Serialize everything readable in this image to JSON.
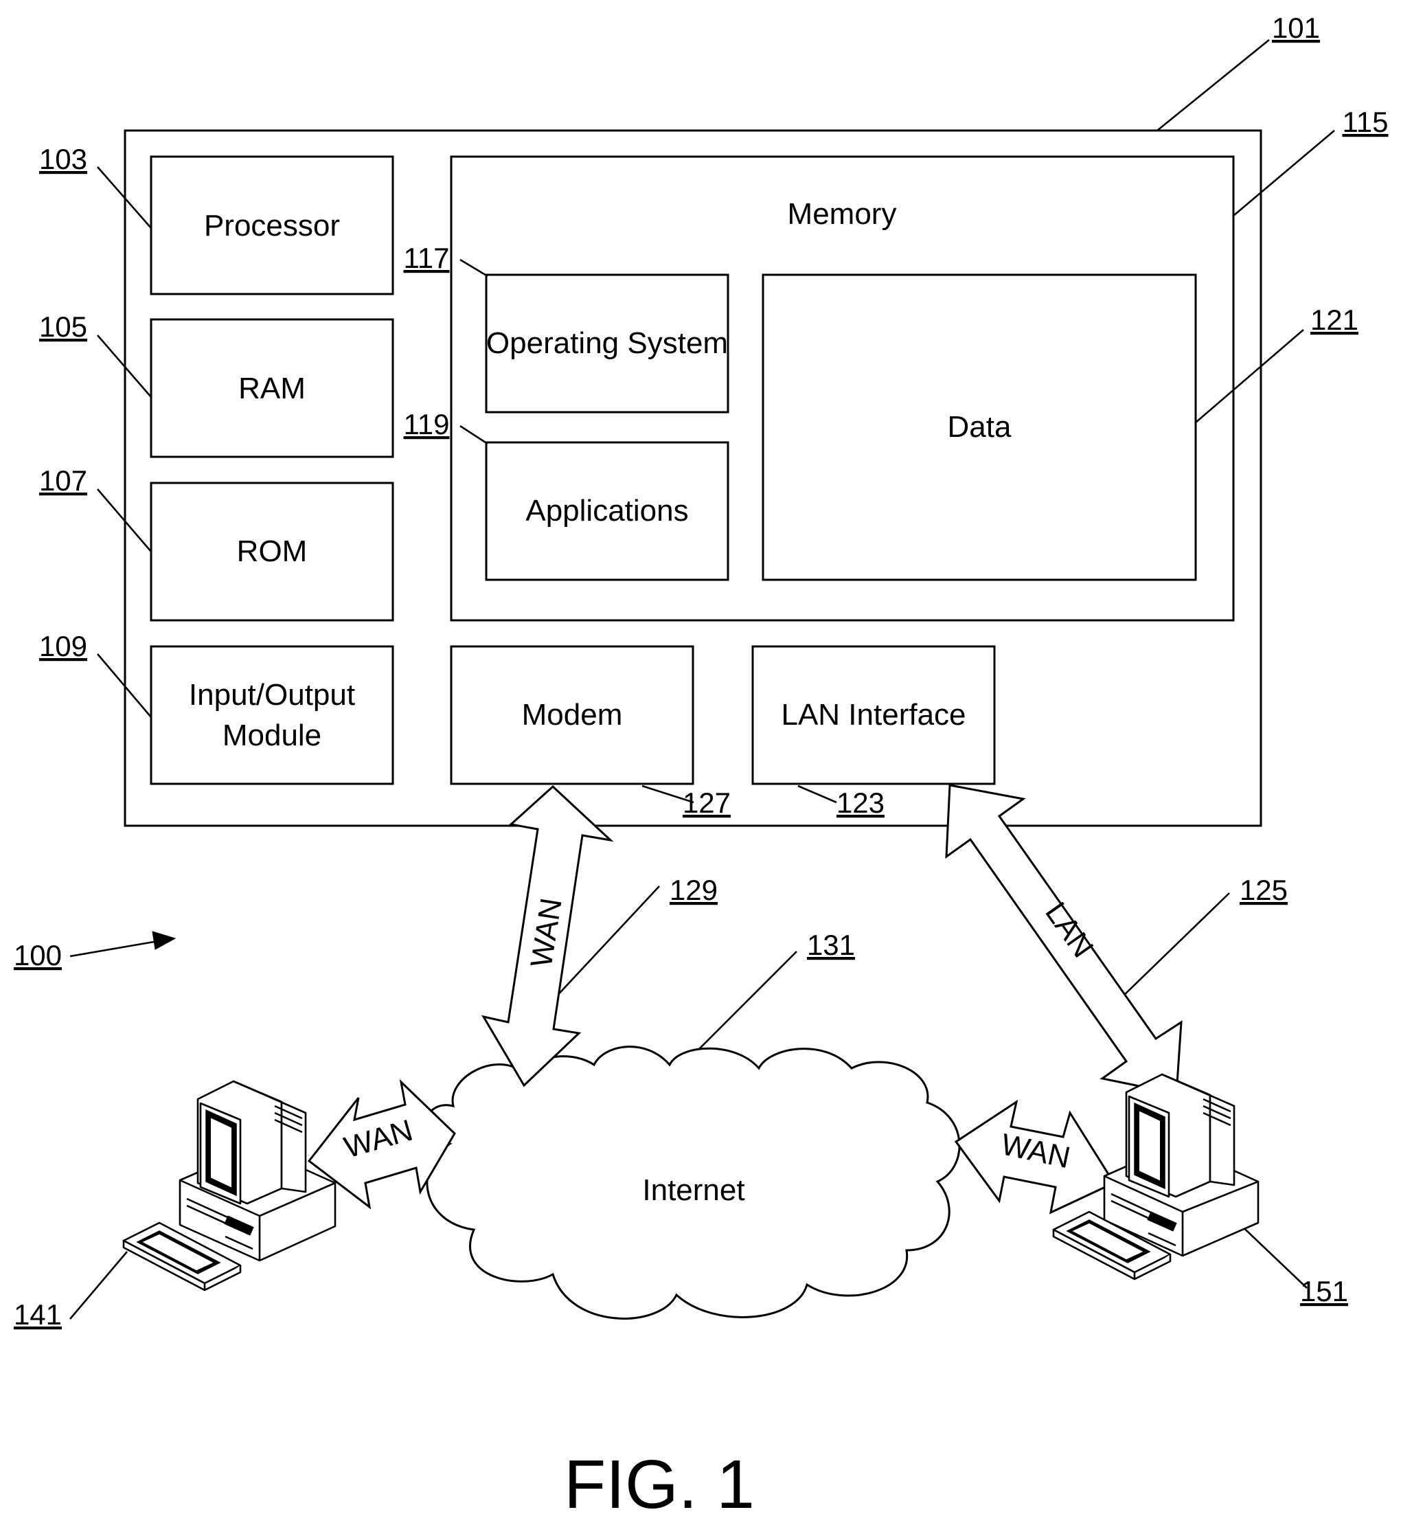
{
  "figure_label": "FIG. 1",
  "refs": {
    "system": "100",
    "computer": "101",
    "processor": "103",
    "ram": "105",
    "rom": "107",
    "io": "109",
    "memory": "115",
    "os": "117",
    "apps": "119",
    "data": "121",
    "lan_interface": "123",
    "lan_link": "125",
    "modem": "127",
    "wan_link": "129",
    "internet": "131",
    "terminal_left": "141",
    "terminal_right": "151"
  },
  "blocks": {
    "processor": "Processor",
    "ram": "RAM",
    "rom": "ROM",
    "io_line1": "Input/Output",
    "io_line2": "Module",
    "memory": "Memory",
    "os": "Operating System",
    "apps": "Applications",
    "data": "Data",
    "modem": "Modem",
    "lan_interface": "LAN Interface",
    "internet": "Internet"
  },
  "links": {
    "wan_main": "WAN",
    "lan_main": "LAN",
    "wan_left": "WAN",
    "wan_right": "WAN"
  }
}
